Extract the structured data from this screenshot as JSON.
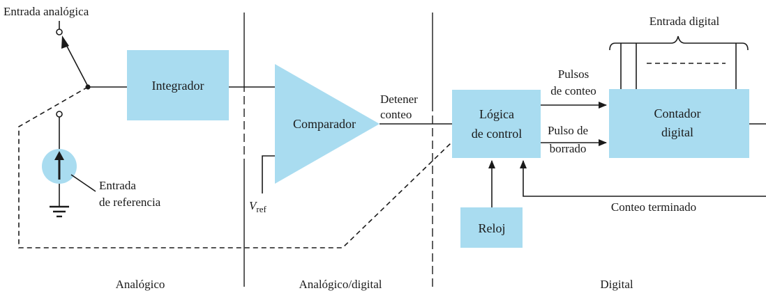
{
  "colors": {
    "block_fill": "#a9dcf0",
    "line": "#1a1a1a",
    "background": "#ffffff"
  },
  "labels": {
    "analog_input": "Entrada analógica",
    "reference_input_line1": "Entrada",
    "reference_input_line2": "de referencia",
    "vref_main": "V",
    "vref_sub": "ref",
    "stop_count_line1": "Detener",
    "stop_count_line2": "conteo",
    "count_pulses_line1": "Pulsos",
    "count_pulses_line2": "de conteo",
    "clear_pulse_line1": "Pulso de",
    "clear_pulse_line2": "borrado",
    "count_done": "Conteo terminado",
    "digital_input": "Entrada digital"
  },
  "blocks": {
    "integrator": "Integrador",
    "comparator": "Comparador",
    "control_logic_line1": "Lógica",
    "control_logic_line2": "de control",
    "counter_line1": "Contador",
    "counter_line2": "digital",
    "clock": "Reloj"
  },
  "sections": {
    "analog": "Analógico",
    "analog_digital": "Analógico/digital",
    "digital": "Digital"
  },
  "icons": {
    "switch": "spdt-switch-icon",
    "current_source": "current-source-icon",
    "ground": "ground-icon"
  }
}
